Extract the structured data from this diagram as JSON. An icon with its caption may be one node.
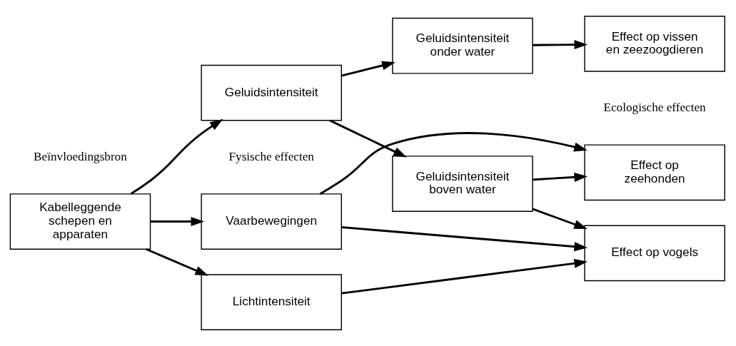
{
  "diagram": {
    "nodes": [
      {
        "text": [
          "Kabelleggende schepen en apparaten"
        ]
      },
      {
        "text": [
          "Vaarbewegingen"
        ]
      },
      {
        "text": [
          "Lichtintensiteit"
        ]
      },
      {
        "text": [
          "Geluidsintensiteit"
        ]
      },
      {
        "text": [
          "Geluidsintensiteit boven water"
        ]
      },
      {
        "text": [
          "Geluidsintensiteit onder water"
        ]
      },
      {
        "text": [
          "Effect op zeehonden"
        ]
      },
      {
        "text": [
          "Effect op vogels"
        ]
      },
      {
        "text": [
          "Effect op vissen en zeezoogdieren"
        ]
      }
    ],
    "edges": [
      {
        "from": 0,
        "to": 1,
        "arrow": "to"
      },
      {
        "from": 0,
        "to": 2,
        "arrow": "to"
      },
      {
        "from": 0,
        "to": 3,
        "arrow": "to"
      },
      {
        "from": 1,
        "to": 6,
        "arrow": "to"
      },
      {
        "from": 1,
        "to": 7,
        "arrow": "to"
      },
      {
        "from": 2,
        "to": 7,
        "arrow": "to"
      },
      {
        "from": 3,
        "to": 4,
        "arrow": "to"
      },
      {
        "from": 3,
        "to": 5,
        "arrow": "to"
      },
      {
        "from": 4,
        "to": 6,
        "arrow": "to"
      },
      {
        "from": 4,
        "to": 7,
        "arrow": "to"
      },
      {
        "from": 5,
        "to": 8,
        "arrow": "to"
      }
    ],
    "labels": [
      "Beïnvloedingsbron",
      "Fysische effecten",
      "Ecologische effecten"
    ]
  }
}
